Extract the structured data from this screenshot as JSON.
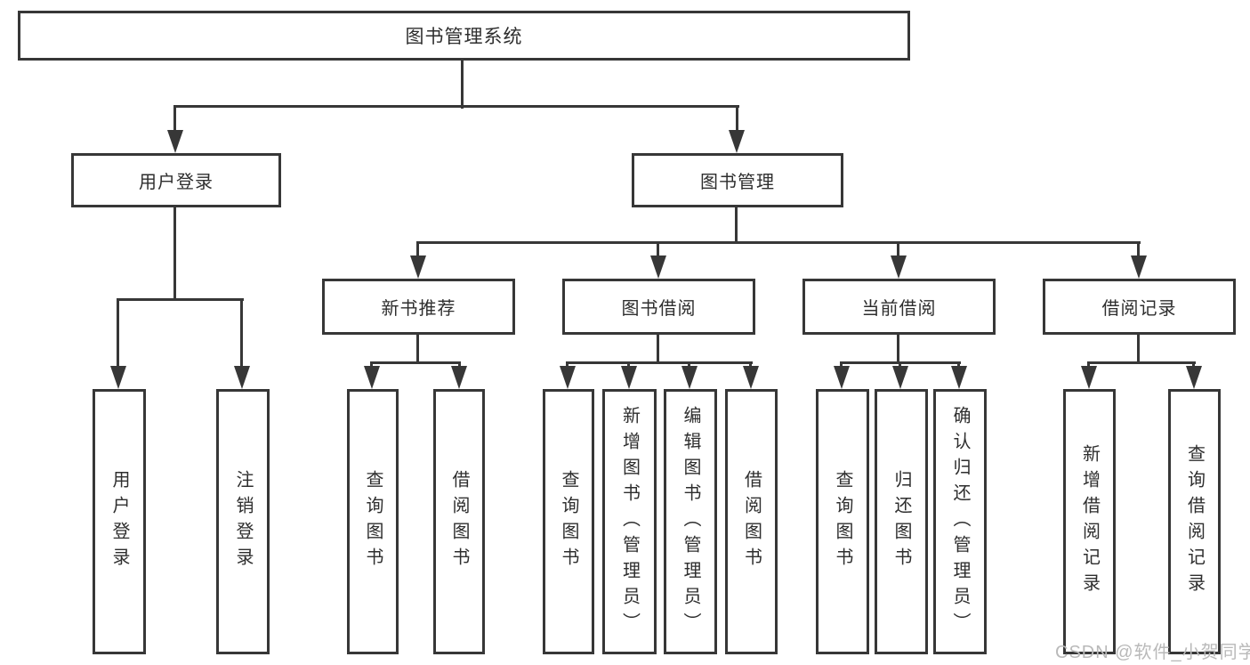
{
  "diagram": {
    "title": "图书管理系统",
    "line_color": "#373737",
    "text_color": "#2e2e2e",
    "box_background": "#ffffff",
    "root": {
      "label": "图书管理系统"
    },
    "branches": [
      {
        "label": "用户登录",
        "children": [
          {
            "label": "用户登录"
          },
          {
            "label": "注销登录"
          }
        ]
      },
      {
        "label": "图书管理",
        "children": [
          {
            "label": "新书推荐",
            "children": [
              {
                "label": "查询图书"
              },
              {
                "label": "借阅图书"
              }
            ]
          },
          {
            "label": "图书借阅",
            "children": [
              {
                "label": "查询图书"
              },
              {
                "label": "新增图书（管理员）"
              },
              {
                "label": "编辑图书（管理员）"
              },
              {
                "label": "借阅图书"
              }
            ]
          },
          {
            "label": "当前借阅",
            "children": [
              {
                "label": "查询图书"
              },
              {
                "label": "归还图书"
              },
              {
                "label": "确认归还（管理员）"
              }
            ]
          },
          {
            "label": "借阅记录",
            "children": [
              {
                "label": "新增借阅记录"
              },
              {
                "label": "查询借阅记录"
              }
            ]
          }
        ]
      }
    ]
  },
  "watermark": {
    "text": "CSDN @软件_小贺同学",
    "color": "#b9b9b9"
  }
}
